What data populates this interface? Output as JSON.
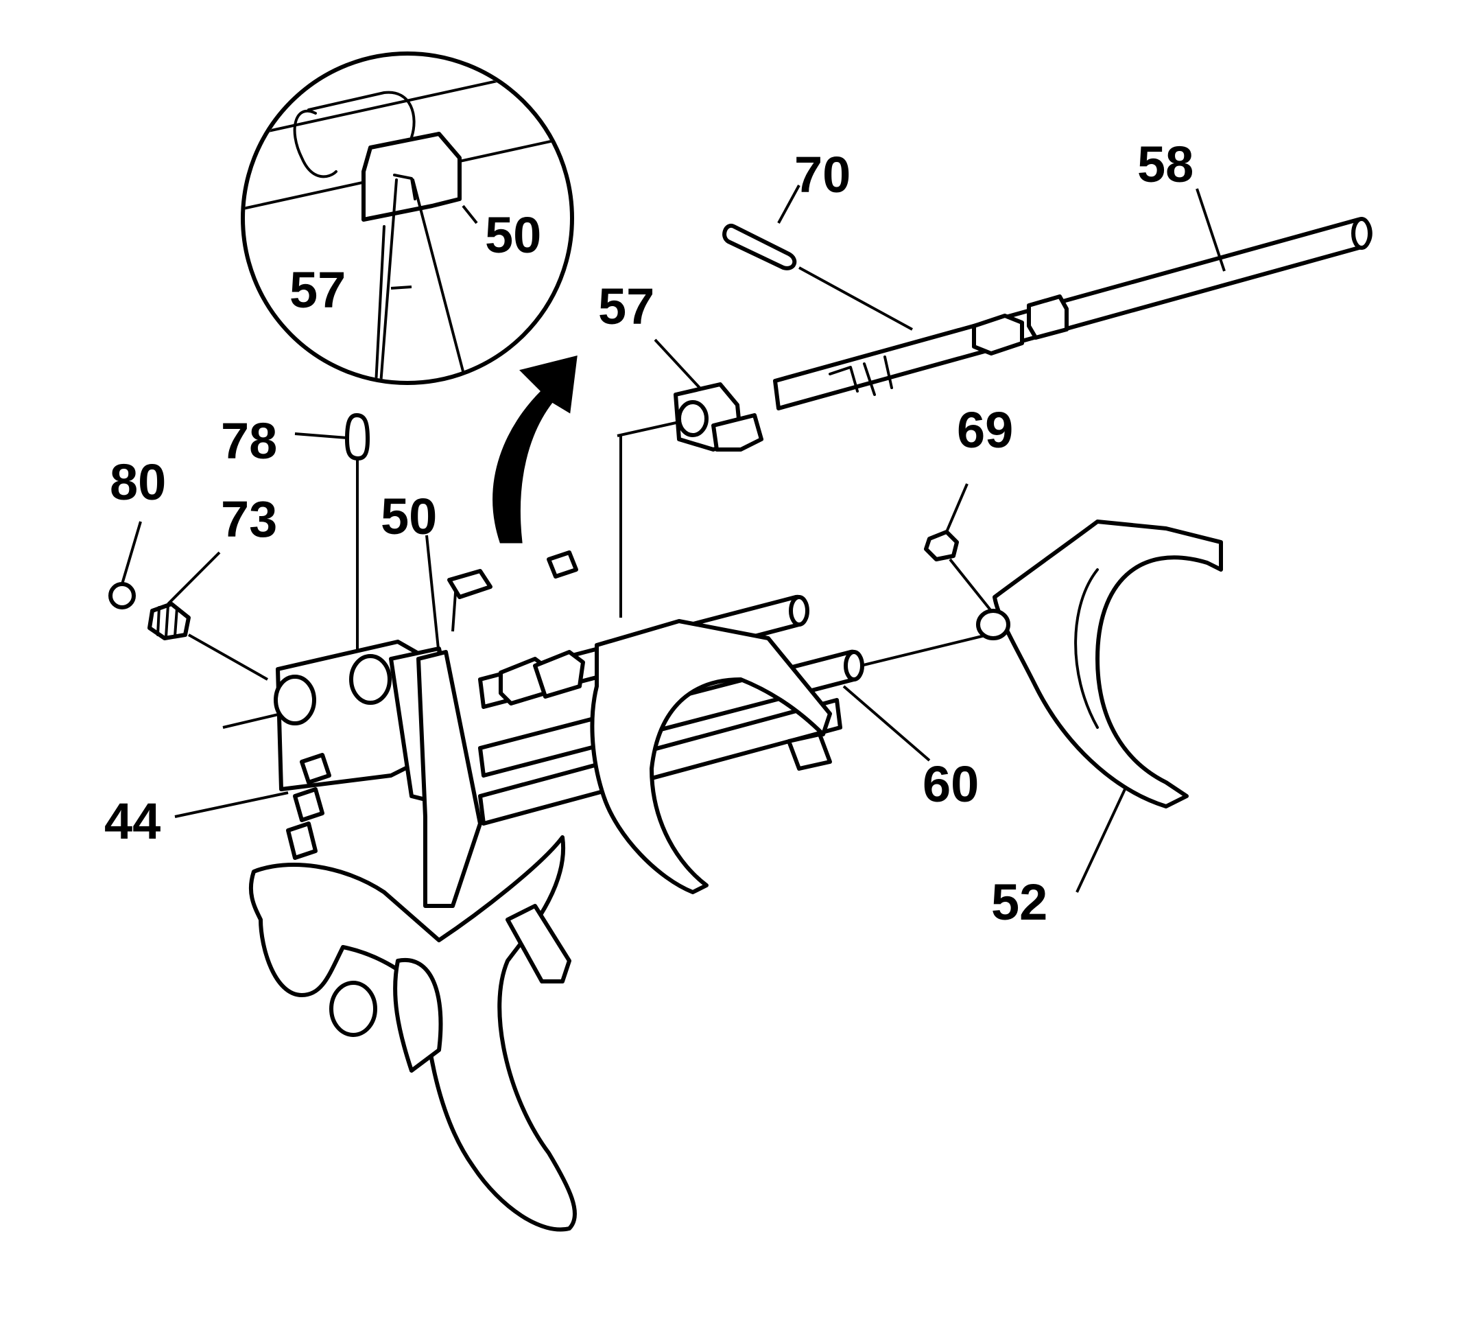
{
  "callouts": {
    "c58": "58",
    "c70": "70",
    "c57a": "57",
    "c57b": "57",
    "c50a": "50",
    "c50b": "50",
    "c78": "78",
    "c80": "80",
    "c73": "73",
    "c69": "69",
    "c60": "60",
    "c44": "44",
    "c52": "52"
  },
  "icons": {
    "detail": "magnified-detail-circle",
    "arrow": "detail-pointer-arrow"
  }
}
